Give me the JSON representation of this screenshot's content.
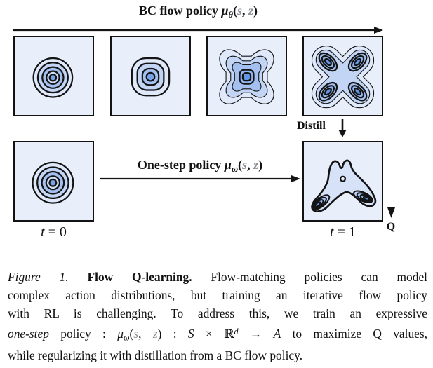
{
  "palette": {
    "box_background": "#e9eefb",
    "outline_black": "#131313",
    "contour_levels": [
      "#dfe9fa",
      "#c3d5f4",
      "#a4c0f0",
      "#cfdef7",
      "#79a3e7",
      "#8fb4ee",
      "#6397e6"
    ],
    "math_gray": "#8b9099"
  },
  "diagram": {
    "bc_flow": {
      "label": "BC flow policy ",
      "mu": "μ",
      "sub": "θ",
      "open": "(",
      "s": "s",
      "comma": ", ",
      "z": "z",
      "close": ")"
    },
    "one_step": {
      "label": "One-step policy ",
      "mu": "μ",
      "sub": "ω",
      "open": "(",
      "s": "s",
      "comma": ", ",
      "z": "z",
      "close": ")"
    },
    "distill_label": "Distill",
    "q_label": "Q",
    "t0": {
      "var": "t",
      "eq": " = 0"
    },
    "t1": {
      "var": "t",
      "eq": " = 1"
    }
  },
  "caption": {
    "l1": {
      "fig": "Figure 1.",
      "sp1": " ",
      "bold": "Flow Q-learning.",
      "rest": " Flow-matching policies can model"
    },
    "l2": "complex action distributions, but training an iterative flow policy",
    "l3": "with RL is challenging. To address this, we train an expressive",
    "l4": {
      "italic": "one-step",
      "policy": " policy : ",
      "mu": "μ",
      "sub": "ω",
      "open": "(",
      "s": "s",
      "comma": ", ",
      "z": "z",
      "close": ") : ",
      "calS": "S",
      "times": " × ",
      "bbR": "ℝ",
      "sup": "d",
      "arrow": " → ",
      "calA": "A",
      "rest": " to maximize Q values,"
    },
    "l5": "while regularizing it with distillation from a BC flow policy."
  }
}
